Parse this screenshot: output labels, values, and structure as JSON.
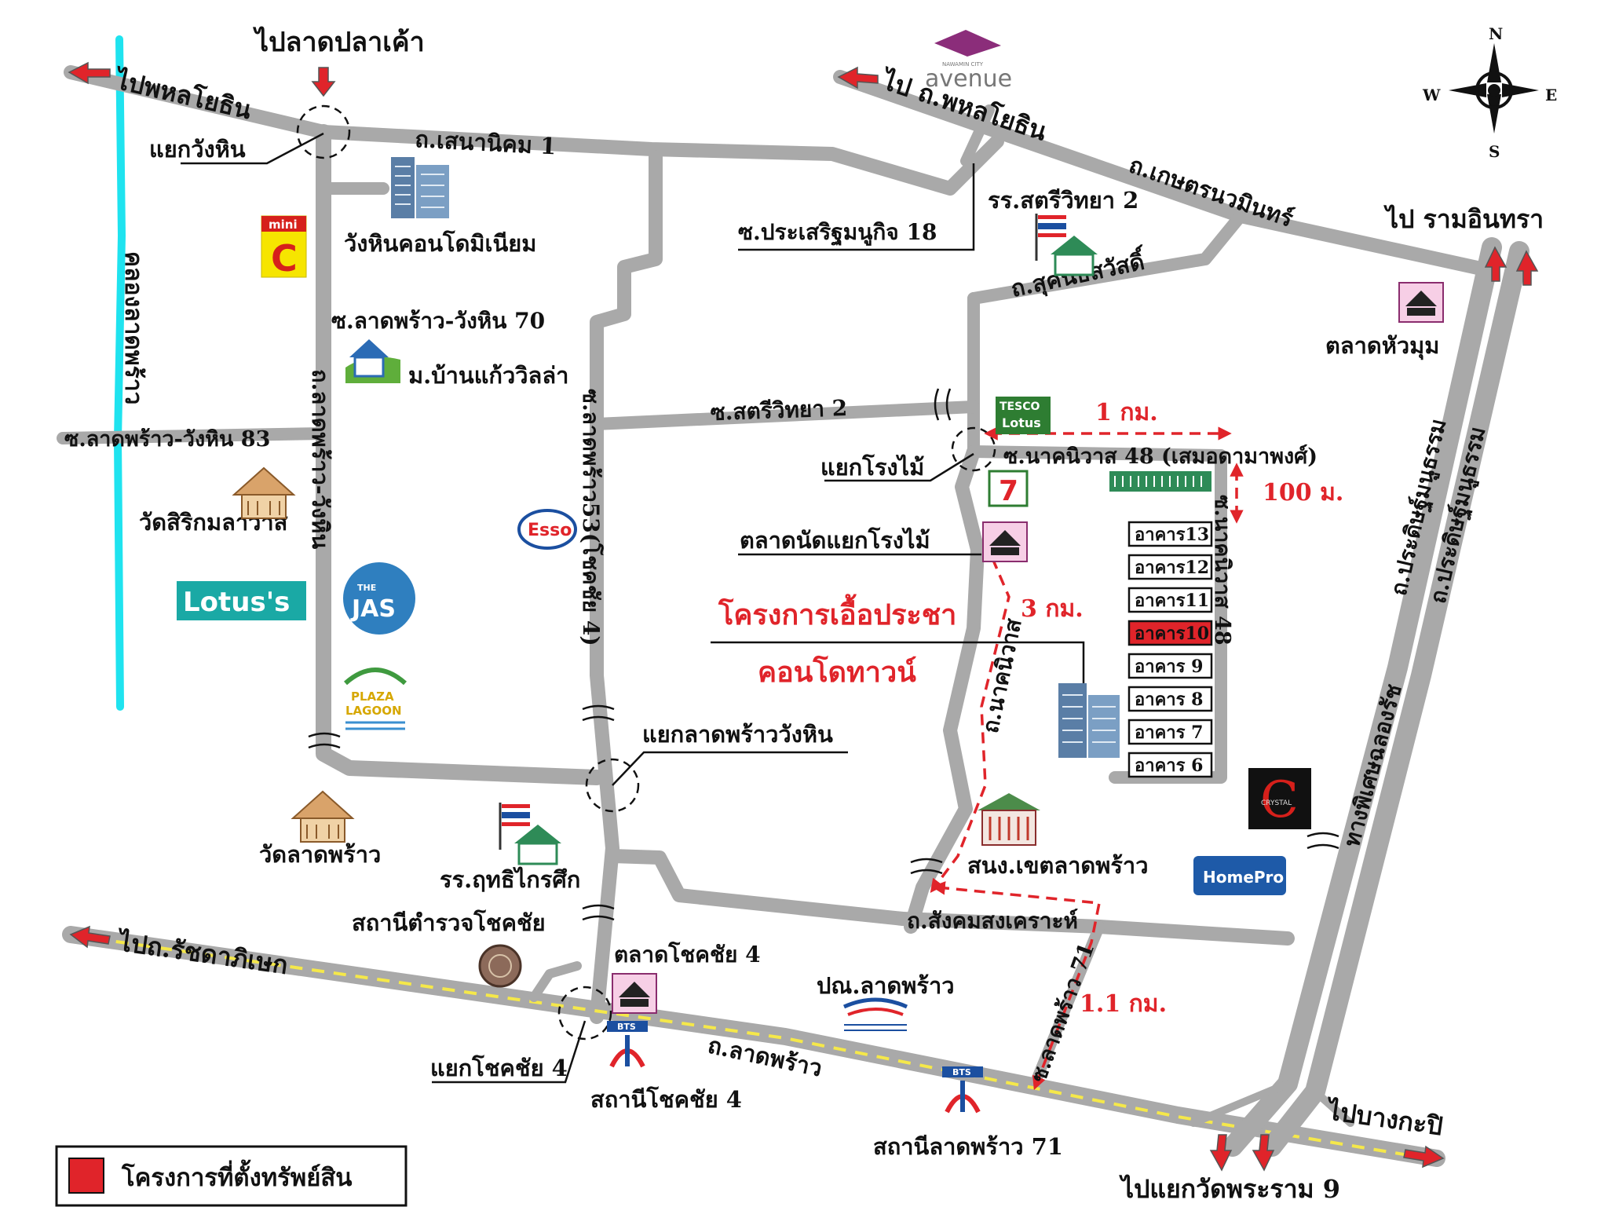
{
  "colors": {
    "road": "#a9a9a9",
    "highway": "#7d7d7d",
    "canal": "#1fe3ef",
    "accent_red": "#e0242a",
    "rail_yellow": "#f5e84a",
    "label": "#111111"
  },
  "compass": {
    "n": "N",
    "s": "S",
    "e": "E",
    "w": "W"
  },
  "directions": {
    "to_pla_kao": "ไปลาดปลาเค้า",
    "to_phahon_left": "ไปพหลโยธิน",
    "to_phahon_right": "ไป ถ.พหลโยธิน",
    "to_ram_inthra": "ไป รามอินทรา",
    "to_ratchada": "ไปถ.รัชดาภิเษก",
    "to_bangkapi": "ไปบางกะปิ",
    "to_rama9": "ไปแยกวัดพระราม 9"
  },
  "roads": {
    "senanikhom": "ถ.เสนานิคม 1",
    "kaset_nawamin": "ถ.เกษตรนวมินทร์",
    "sukhonthasawat": "ถ.สุคนธสวัสดิ์",
    "prasert_18": "ซ.ประเสริฐมนูกิจ 18",
    "latphrao_wanghin_70": "ซ.ลาดพร้าว-วังหิน 70",
    "latphrao_wanghin_83": "ซ.ลาดพร้าว-วังหิน 83",
    "latphrao_wanghin_road": "ถ.ลาดพร้าว-วังหิน",
    "satri_2_soi": "ซ.สตรีวิทยา 2",
    "latphrao_53": "ซ.ลาดพร้าว53(โชคชัย 4)",
    "nakniwat_48": "ซ.นาคนิวาส 48 (เสมอดามาพงศ์)",
    "nakniwat_road": "ถ.นาคนิวาส",
    "sangkhom": "ถ.สังคมสงเคราะห์",
    "latphrao_71": "ซ.ลาดพร้าว 71",
    "latphrao_road": "ถ.ลาดพร้าว",
    "kanchana_road": "ทางพิเศษฉลองรัช",
    "pradit_1": "ถ.ประดิษฐ์มนูธรรม",
    "pradit_2": "ถ.ประดิษฐ์มนูธรรม",
    "nakniwat_48_vert": "ซ.นาคนิวาส 48"
  },
  "canal": "คลองลาดพร้าว",
  "junctions": {
    "wanghin": "แยกวังหิน",
    "rongmai": "แยกโรงไม้",
    "latphrao_wanghin": "แยกลาดพร้าววังหิน",
    "chokchai4": "แยกโชคชัย 4"
  },
  "places": {
    "wanghin_condo": "วังหินคอนโดมิเนียม",
    "ban_kaew_villa": "ม.บ้านแก้ววิลล่า",
    "wat_sirikamlawat": "วัดสิริกมลาวาส",
    "wat_latphrao": "วัดลาดพร้าว",
    "school_satri2": "รร.สตรีวิทยา 2",
    "talad_huamum": "ตลาดหัวมุม",
    "talad_rongmai": "ตลาดนัดแยกโรงไม้",
    "snong_latphrao": "สนง.เขตลาดพร้าว",
    "school_ruethi": "รร.ฤทธิไกรศึก",
    "police_chokchai": "สถานีตำรวจโชคชัย",
    "talad_chokchai4": "ตลาดโชคชัย 4",
    "post_latphrao": "ปณ.ลาดพร้าว",
    "station_chokchai4": "สถานีโชคชัย 4",
    "station_lp71": "สถานีลาดพร้าว 71"
  },
  "project": {
    "line1": "โครงการเอื้อประชา",
    "line2": "คอนโดทาวน์"
  },
  "distances": {
    "d1km": "1 กม.",
    "d100m": "100 ม.",
    "d3km": "3 กม.",
    "d11km": "1.1 กม."
  },
  "buildings": [
    "อาคาร13",
    "อาคาร12",
    "อาคาร11",
    "อาคาร10",
    "อาคาร 9",
    "อาคาร 8",
    "อาคาร 7",
    "อาคาร 6"
  ],
  "highlighted_building": "อาคาร10",
  "logos": {
    "mini": "mini",
    "big_c": "C",
    "lotus_tesco": "TESCO",
    "lotus_word": "Lotus",
    "lotuss": "Lotus's",
    "jas_the": "THE",
    "jas": "JAS",
    "plaza": "PLAZA",
    "lagoon": "LAGOON",
    "esso": "Esso",
    "avenue_top": "NAWAMIN CITY",
    "avenue": "avenue",
    "crystal": "CRYSTAL",
    "homepro": "HomePro",
    "bts": "BTS",
    "seven": "7"
  },
  "legend": {
    "label": "โครงการที่ตั้งทรัพย์สิน"
  }
}
